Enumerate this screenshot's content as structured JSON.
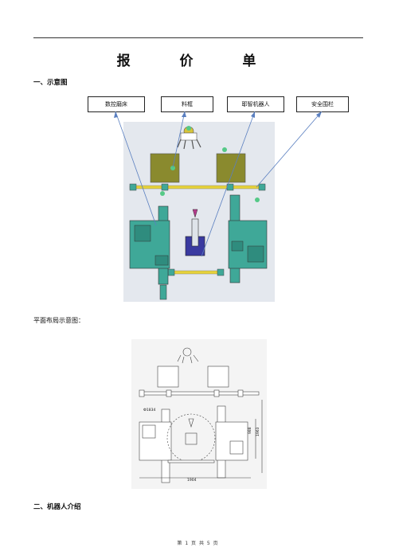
{
  "page": {
    "title": "报 价 单",
    "section1": "一、示意图",
    "section2": "二、机器人介绍",
    "layout_caption": "平面布局示意图：",
    "footer": "第 1 页 共 5 页"
  },
  "labels": [
    {
      "text": "数控磨床"
    },
    {
      "text": "料框"
    },
    {
      "text": "耶智机器人"
    },
    {
      "text": "安全围栏"
    }
  ],
  "dimensions": {
    "diameter": "Ф1834",
    "width": "1904",
    "height_inner": "988",
    "height_outer": "1963"
  },
  "colors": {
    "machine": "#3fa898",
    "frame": "#8a8a2e",
    "rail": "#e6d23a",
    "robot": "#3a3aa0",
    "accent": "#55c987",
    "arrow": "#5a7fc0"
  }
}
